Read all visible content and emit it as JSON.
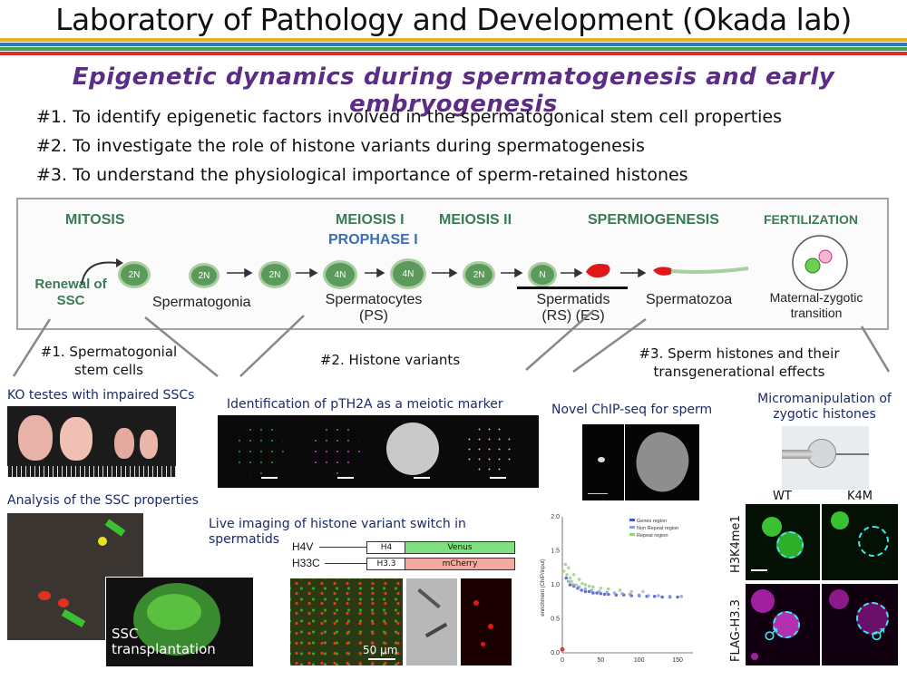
{
  "header": {
    "title": "Laboratory of Pathology and Development (Okada lab)",
    "subtitle": "Epigenetic dynamics during spermatogenesis and early embryogenesis"
  },
  "goals": [
    "#1. To identify epigenetic factors involved in the spermatogonical stem cell properties",
    "#2. To investigate the role of histone variants during spermatogenesis",
    "#3. To understand the physiological importance of sperm-retained histones"
  ],
  "diagram": {
    "stages": {
      "mitosis": "MITOSIS",
      "meiosis1": "MEIOSIS I",
      "prophase1": "PROPHASE I",
      "meiosis2": "MEIOSIS II",
      "spermiogenesis": "SPERMIOGENESIS",
      "fertilization": "FERTILIZATION"
    },
    "renewal": "Renewal of\nSSC",
    "cells": [
      "2N",
      "2N",
      "2N",
      "4N",
      "4N",
      "2N",
      "N"
    ],
    "labels": {
      "spermatogonia": "Spermatogonia",
      "spermatocytes": "Spermatocytes\n(PS)",
      "spermatids": "Spermatids\n(RS)    (ES)",
      "spermatozoa": "Spermatozoa",
      "mzt": "Maternal-zygotic\ntransition"
    }
  },
  "sections": {
    "s1": "#1. Spermatogonial\nstem cells",
    "s2": "#2. Histone variants",
    "s3": "#3. Sperm histones and their\ntransgenerational effects"
  },
  "captions": {
    "ko": "KO testes with impaired SSCs",
    "ssc": "Analysis of the SSC properties",
    "ssc_transplant": "SSC\ntransplantation",
    "pth2a": "Identification of pTH2A as a meiotic marker",
    "live": "Live imaging of histone variant switch in\nspermatids",
    "chip": "Novel ChIP-seq for sperm",
    "micro": "Micromanipulation of\nzygotic histones",
    "scale": "50 µm"
  },
  "construct": {
    "rows": [
      {
        "name": "H4V",
        "gene": "H4",
        "fp": "Venus",
        "color": "#7ee07e"
      },
      {
        "name": "H33C",
        "gene": "H3.3",
        "fp": "mCherry",
        "color": "#f2a9a0"
      }
    ]
  },
  "micro_labels": {
    "col1": "WT",
    "col2": "K4M",
    "row1": "H3K4me1",
    "row2": "FLAG-H3.3",
    "male": "♂"
  },
  "chart_data": {
    "type": "scatter",
    "ylabel": "enrichment (ChIP/input)",
    "yticks": [
      "0.0",
      "0.5",
      "1.0",
      "1.5",
      "2.0"
    ],
    "xticks": [
      "0",
      "50",
      "100",
      "150"
    ],
    "ylim": [
      0,
      2.0
    ],
    "xlim": [
      0,
      170
    ],
    "legend": [
      "Genes region",
      "Non Repeat region",
      "Repeat region"
    ],
    "legend_colors": [
      "#4a55c8",
      "#8aa0d8",
      "#9ad27a"
    ],
    "series": [
      {
        "name": "Genes region",
        "color": "#4a55c8",
        "x": [
          5,
          10,
          15,
          20,
          25,
          30,
          35,
          40,
          45,
          50,
          55,
          60,
          70,
          80,
          90,
          100,
          110,
          120,
          130,
          140,
          150
        ],
        "y": [
          1.1,
          1.0,
          0.98,
          0.95,
          0.92,
          0.9,
          0.9,
          0.88,
          0.88,
          0.87,
          0.86,
          0.86,
          0.85,
          0.85,
          0.84,
          0.84,
          0.83,
          0.83,
          0.82,
          0.82,
          0.82
        ]
      },
      {
        "name": "Non Repeat region",
        "color": "#8aa0d8",
        "x": [
          8,
          14,
          22,
          30,
          38,
          48,
          58,
          68,
          78,
          88,
          100,
          112,
          125,
          140,
          155
        ],
        "y": [
          1.05,
          1.0,
          0.97,
          0.94,
          0.92,
          0.9,
          0.89,
          0.88,
          0.87,
          0.86,
          0.85,
          0.84,
          0.84,
          0.83,
          0.83
        ]
      },
      {
        "name": "Repeat region",
        "color": "#9ad27a",
        "x": [
          2,
          4,
          6,
          8,
          10,
          12,
          15,
          18,
          22,
          26,
          30,
          35,
          40,
          50,
          60,
          75,
          90,
          105
        ],
        "y": [
          1.2,
          1.3,
          1.15,
          1.25,
          1.1,
          1.05,
          1.15,
          1.0,
          1.08,
          1.02,
          1.0,
          0.98,
          0.97,
          0.95,
          0.94,
          0.92,
          0.9,
          0.9
        ]
      },
      {
        "name": "",
        "color": "#e02020",
        "x": [
          0
        ],
        "y": [
          0.05
        ]
      }
    ]
  }
}
